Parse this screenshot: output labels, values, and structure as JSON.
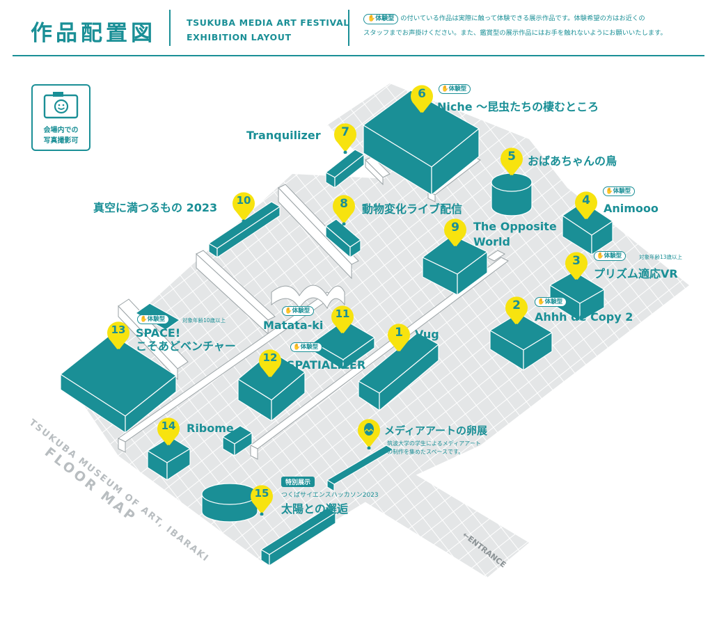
{
  "header": {
    "title": "作品配置図",
    "title_en_line1": "TSUKUBA MEDIA ART FESTIVAL",
    "title_en_line2": "EXHIBITION LAYOUT",
    "note_badge": "体験型",
    "note_line1": "の付いている作品は実際に触って体験できる展示作品です。体験希望の方はお近くの",
    "note_line2": "スタッフまでお声掛けください。また、鑑賞型の展示作品にはお手を触れないようにお願いいたします。"
  },
  "photo_notice": {
    "line1": "会場内での",
    "line2": "写真撮影可"
  },
  "colors": {
    "teal": "#1a8f96",
    "yellow": "#f7e30f",
    "floor": "#e4e6e7",
    "grid": "#ffffff"
  },
  "exhibits": [
    {
      "num": "1",
      "title": "Vug"
    },
    {
      "num": "2",
      "title": "Ahhh de Copy 2",
      "badge": "体験型"
    },
    {
      "num": "3",
      "title": "プリズム適応VR",
      "badge": "体験型",
      "age": "対象年齢13歳以上"
    },
    {
      "num": "4",
      "title": "Animooo",
      "badge": "体験型"
    },
    {
      "num": "5",
      "title": "おばあちゃんの鳥"
    },
    {
      "num": "6",
      "title": "Niche ～昆虫たちの棲むところ",
      "badge": "体験型"
    },
    {
      "num": "7",
      "title": "Tranquilizer"
    },
    {
      "num": "8",
      "title": "動物変化ライブ配信"
    },
    {
      "num": "9",
      "title_line1": "The Opposite",
      "title_line2": "World"
    },
    {
      "num": "10",
      "title": "真空に満つるもの 2023"
    },
    {
      "num": "11",
      "title": "Matata-ki",
      "badge": "体験型"
    },
    {
      "num": "12",
      "title": "SPATIALIZER",
      "badge": "体験型"
    },
    {
      "num": "13",
      "title_line1": "SPACE!",
      "title_line2": "こそあどベンチャー",
      "badge": "体験型",
      "age": "対象年齢10歳以上"
    },
    {
      "num": "14",
      "title": "Ribome"
    },
    {
      "num": "15",
      "title": "太陽との邂逅",
      "tag": "特別展示",
      "subtitle": "つくばサイエンスハッカソン2023"
    }
  ],
  "egg": {
    "title": "メディアアートの卵展",
    "desc_line1": "筑波大学の学生によるメディアアート",
    "desc_line2": "の制作を集めたスペースです。"
  },
  "floor_map": {
    "line1": "TSUKUBA MUSEUM OF ART, IBARAKI",
    "line2": "FLOOR MAP"
  },
  "entrance": "←ENTRANCE"
}
